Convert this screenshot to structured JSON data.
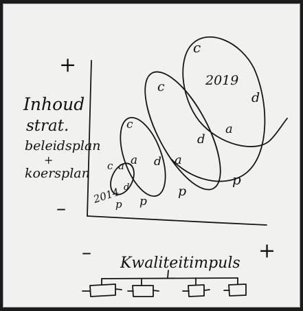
{
  "y_axis": {
    "plus": "+",
    "minus": "–",
    "label_lines": [
      "Inhoud",
      "strat.",
      "beleidsplan",
      "+",
      "koersplan"
    ]
  },
  "x_axis": {
    "minus": "–",
    "plus": "+",
    "label": "Kwaliteitimpuls"
  },
  "loops": [
    {
      "c": "c",
      "a": "a",
      "d": "d",
      "p": "p",
      "year": "2014"
    },
    {
      "c": "c",
      "a": "a",
      "d": "d",
      "p": "p"
    },
    {
      "c": "c",
      "a": "a",
      "d": "d",
      "p": "p"
    },
    {
      "c": "c",
      "a": "a",
      "d": "d",
      "p": "p",
      "year": "2019"
    }
  ],
  "org_chart": {
    "boxes": 4
  }
}
